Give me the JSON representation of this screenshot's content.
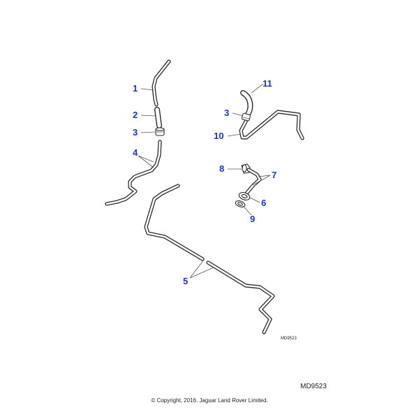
{
  "callouts": {
    "c1": "1",
    "c2": "2",
    "c3a": "3",
    "c4": "4",
    "c5": "5",
    "c3b": "3",
    "c6": "6",
    "c7": "7",
    "c8": "8",
    "c9": "9",
    "c10": "10",
    "c11": "11"
  },
  "diagram_code_small": "MD9523",
  "diagram_code": "MD9523",
  "copyright": "© Copyright, 2016. Jaguar Land Rover Limited.",
  "colors": {
    "callout": "#1a33d6",
    "line": "#2b2b2b"
  }
}
